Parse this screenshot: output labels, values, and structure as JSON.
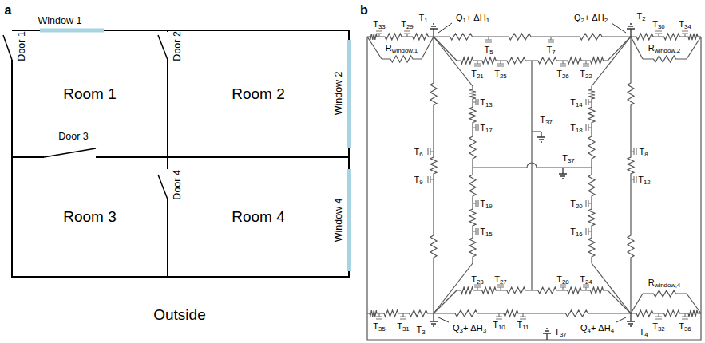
{
  "diagram": {
    "nodes": [
      {
        "text": [
          "Room 1"
        ]
      },
      {
        "text": [
          "Room 2"
        ]
      },
      {
        "text": [
          "Room 3"
        ]
      },
      {
        "text": [
          "Room 4"
        ]
      }
    ],
    "labels": [
      "a",
      "Window 1",
      "Door 1",
      "Door 2",
      "Window 2",
      "Door 3",
      "Door 4",
      "Window 4",
      "Outside",
      "b",
      "T33",
      "T29",
      "T1",
      "Q1+ ΔH1",
      "Q2+ ΔH2",
      "T2",
      "T30",
      "T34",
      "Rwindow,1",
      "Rwindow,2",
      "T5",
      "T7",
      "T21",
      "T25",
      "T26",
      "T22",
      "T13",
      "T17",
      "T14",
      "T18",
      "T6",
      "T9",
      "T8",
      "T12",
      "T37",
      "T37",
      "T19",
      "T15",
      "T20",
      "T16",
      "T23",
      "T27",
      "T28",
      "T24",
      "Rwindow,4",
      "T35",
      "T31",
      "T3",
      "Q3+ ΔH3",
      "T10",
      "T11",
      "T37",
      "Q4+ ΔH4",
      "T4",
      "T32",
      "T36"
    ]
  }
}
